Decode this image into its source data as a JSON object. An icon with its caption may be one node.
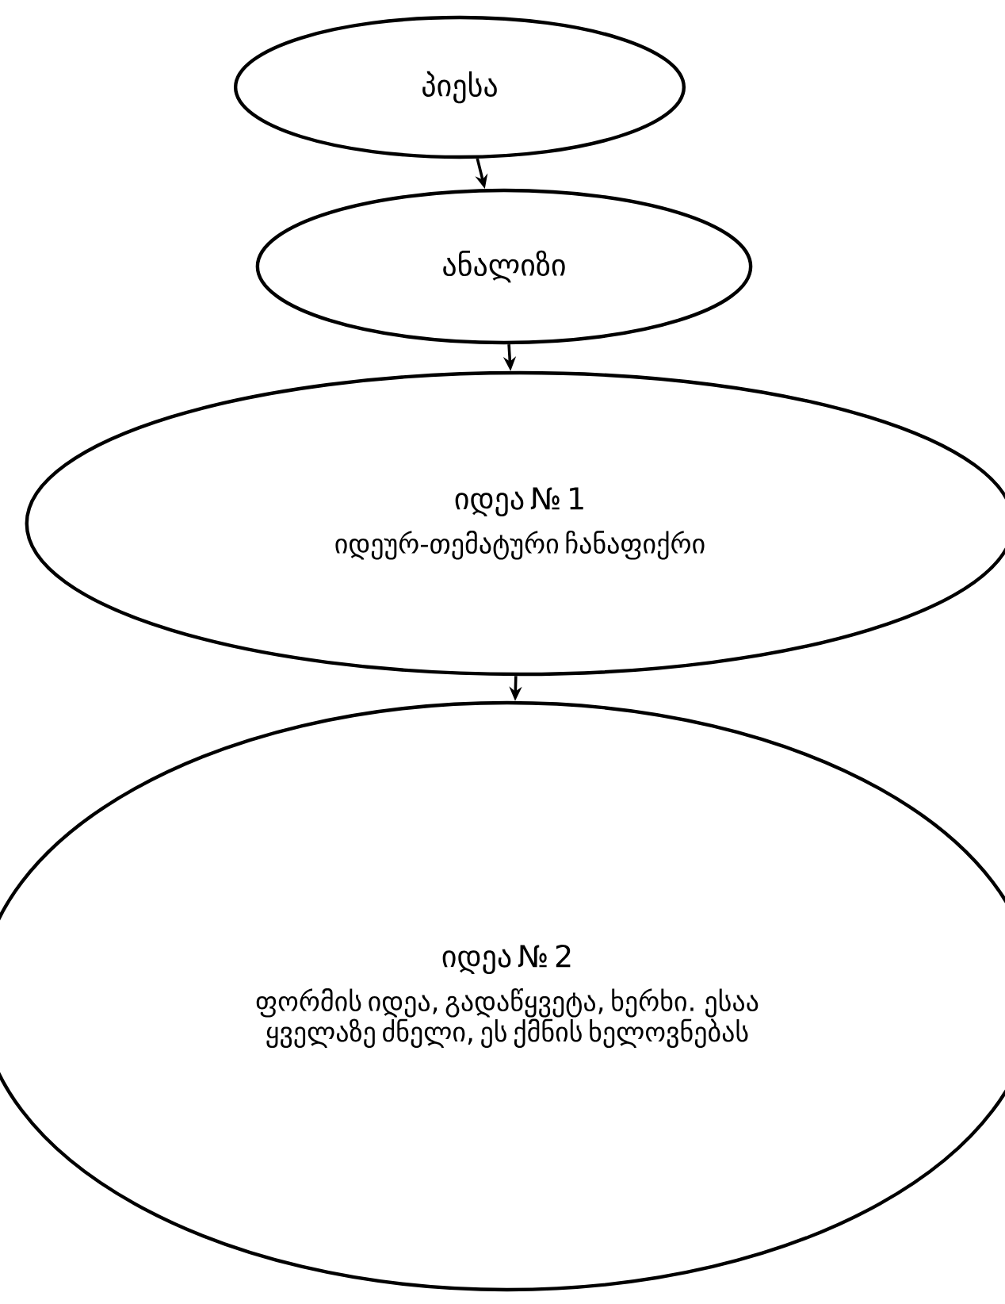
{
  "diagram": {
    "nodes": [
      {
        "text": [
          "პიესა"
        ]
      },
      {
        "text": [
          "ანალიზი"
        ]
      },
      {
        "text": [
          "იდეა № 1",
          "იდეურ-თემატური ჩანაფიქრი"
        ]
      },
      {
        "text": [
          "იდეა № 2",
          "ფორმის იდეა, გადაწყვეტა, ხერხი. ესაა ყველაზე ძნელი, ეს ქმნის ხელოვნებას"
        ]
      }
    ],
    "edges": [
      {
        "from": 0,
        "to": 1,
        "arrow": "to"
      },
      {
        "from": 1,
        "to": 2,
        "arrow": "to"
      },
      {
        "from": 2,
        "to": 3,
        "arrow": "to"
      }
    ]
  }
}
